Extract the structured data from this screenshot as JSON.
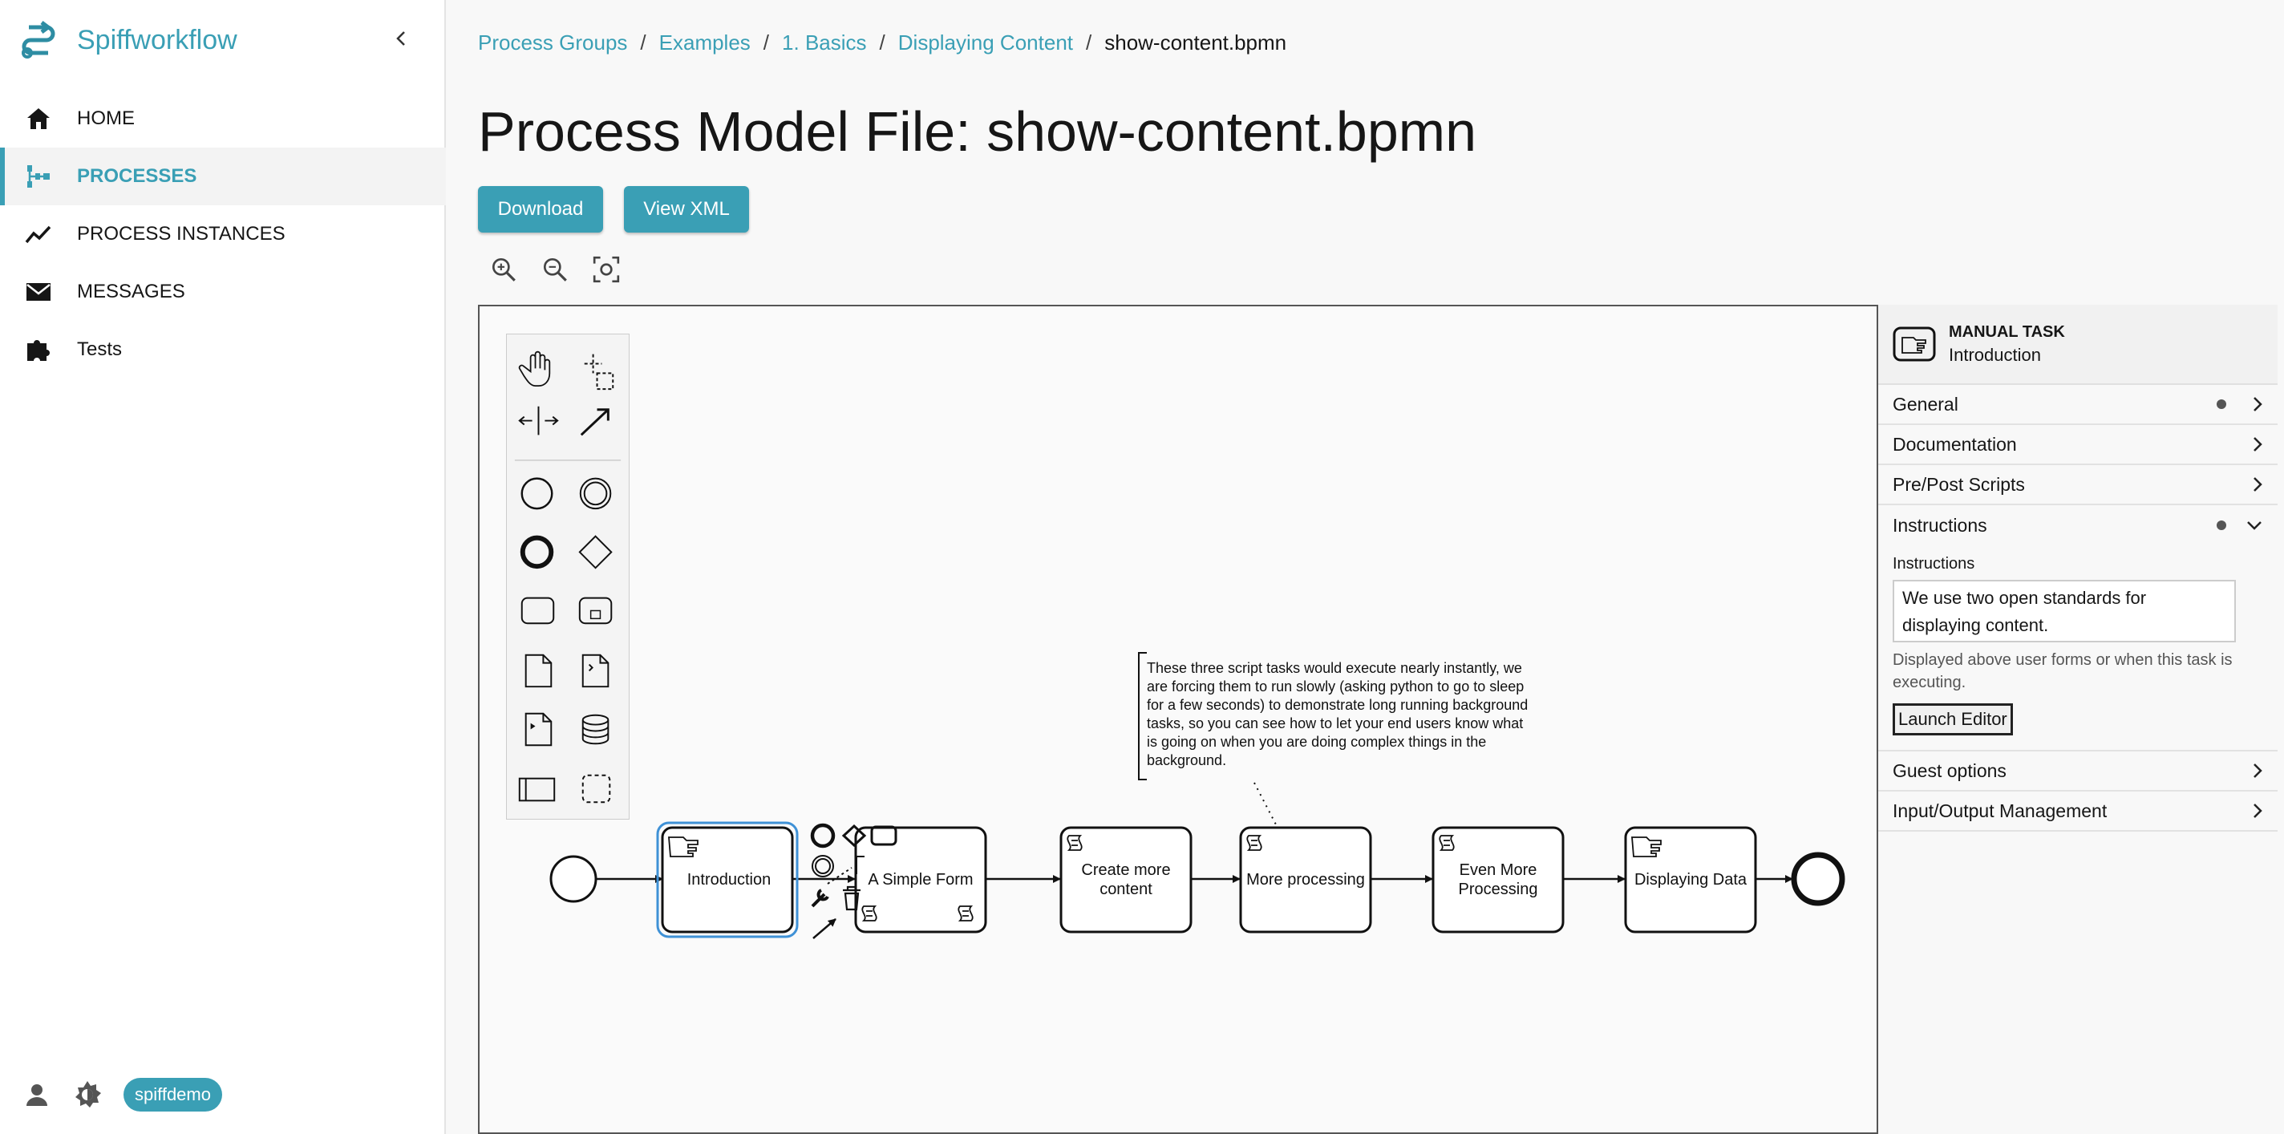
{
  "app": {
    "name": "Spiffworkflow"
  },
  "nav": [
    {
      "label": "HOME",
      "icon": "home-icon"
    },
    {
      "label": "PROCESSES",
      "icon": "processes-icon"
    },
    {
      "label": "PROCESS INSTANCES",
      "icon": "chart-line-icon"
    },
    {
      "label": "MESSAGES",
      "icon": "envelope-icon"
    },
    {
      "label": "Tests",
      "icon": "puzzle-icon"
    }
  ],
  "user": {
    "chip": "spiffdemo"
  },
  "breadcrumb": [
    "Process Groups",
    "Examples",
    "1. Basics",
    "Displaying Content",
    "show-content.bpmn"
  ],
  "page": {
    "title": "Process Model File: show-content.bpmn"
  },
  "buttons": {
    "download": "Download",
    "view_xml": "View XML"
  },
  "diagram": {
    "tasks": [
      "Introduction",
      "A Simple Form",
      "Create more content",
      "More processing",
      "Even More Processing",
      "Displaying Data"
    ],
    "annotation": "These three script tasks would execute nearly instantly, we are forcing them to run slowly (asking python to go to sleep for a few seconds) to demonstrate long running background tasks, so you can see how to let your end users know what is going on when you are doing complex things in the background."
  },
  "properties": {
    "type": "MANUAL TASK",
    "name": "Introduction",
    "groups": [
      "General",
      "Documentation",
      "Pre/Post Scripts",
      "Instructions",
      "Guest options",
      "Input/Output Management"
    ],
    "instructions_label": "Instructions",
    "instructions_value": "We use two open standards for displaying content.",
    "instructions_help": "Displayed above user forms or when this task is executing.",
    "launch_editor": "Launch Editor"
  },
  "colors": {
    "accent": "#3a9fb5",
    "selection": "#3f91d6"
  }
}
